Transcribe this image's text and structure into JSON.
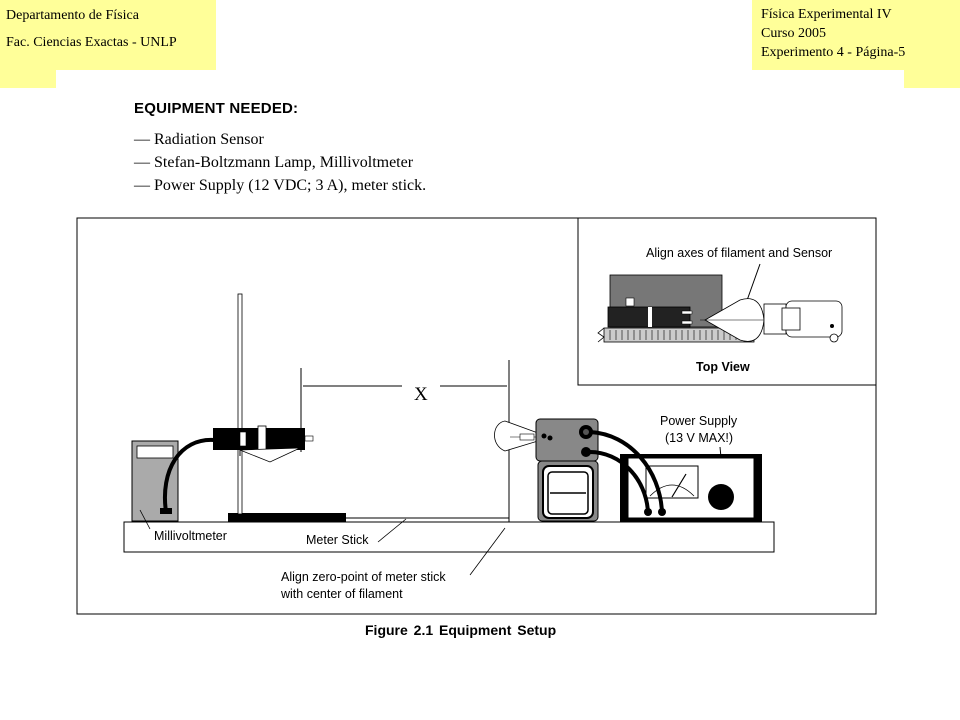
{
  "header": {
    "left": [
      "Departamento de Física",
      "Fac. Ciencias Exactas - UNLP"
    ],
    "right": [
      "Física Experimental IV",
      "Curso 2005",
      "Experimento 4 -  Página-5"
    ]
  },
  "equipment": {
    "title": "EQUIPMENT NEEDED:",
    "items": [
      "Radiation Sensor",
      "Stefan-Boltzmann Lamp, Millivoltmeter",
      "Power Supply (12 VDC; 3 A), meter stick."
    ]
  },
  "figure": {
    "caption": "Figure 2.1   Equipment Setup",
    "inset_note": "Align axes of filament and Sensor",
    "inset_label": "Top View",
    "distance_label": "X",
    "power_supply_line1": "Power Supply",
    "power_supply_line2": "(13 V MAX!)",
    "millivoltmeter_label": "Millivoltmeter",
    "meter_stick_label": "Meter Stick",
    "align_note_line1": "Align zero-point of meter stick",
    "align_note_line2": "with center of filament"
  }
}
